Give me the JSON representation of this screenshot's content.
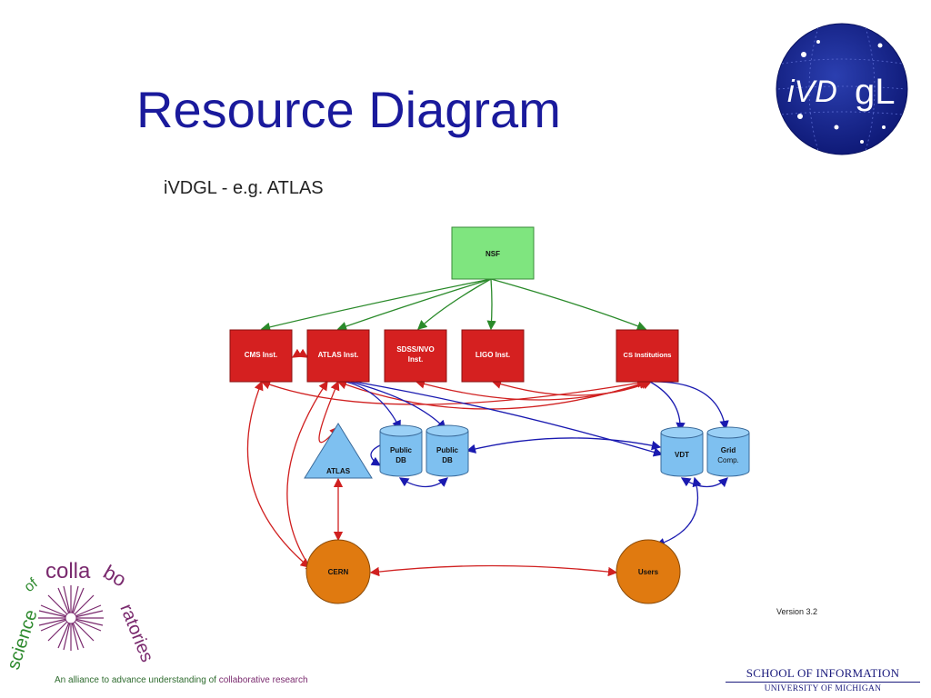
{
  "slide": {
    "title": "Resource Diagram",
    "subtitle": "iVDGL - e.g. ATLAS",
    "version": "Version 3.2"
  },
  "logo": {
    "text_left": "iVD",
    "text_right": "gL",
    "color": "#1a2a8c"
  },
  "diagram": {
    "nodes": {
      "nsf": "NSF",
      "cms": "CMS Inst.",
      "atlas_inst": "ATLAS Inst.",
      "sdss_line1": "SDSS/NVO",
      "sdss_line2": "Inst.",
      "ligo": "LIGO Inst.",
      "cs": "CS Institutions",
      "atlas": "ATLAS",
      "public_db": "Public",
      "db": "DB",
      "vdt": "VDT",
      "grid": "Grid",
      "comp": "Comp.",
      "cern": "CERN",
      "users": "Users"
    },
    "colors": {
      "green_box": "#7fe57f",
      "red_box": "#d52020",
      "blue_shape": "#7ec0f0",
      "orange_circle": "#e07a10",
      "green_arrow": "#2a8a2a",
      "red_arrow": "#d02020",
      "blue_arrow": "#1a1ab0"
    }
  },
  "footer": {
    "soc_logo_text": "scienceofcollaboratories",
    "tagline_prefix": "An alliance to advance understanding of ",
    "tagline_accent": "collaborative research",
    "school_name": "SCHOOL OF INFORMATION",
    "school_univ": "UNIVERSITY OF MICHIGAN"
  }
}
